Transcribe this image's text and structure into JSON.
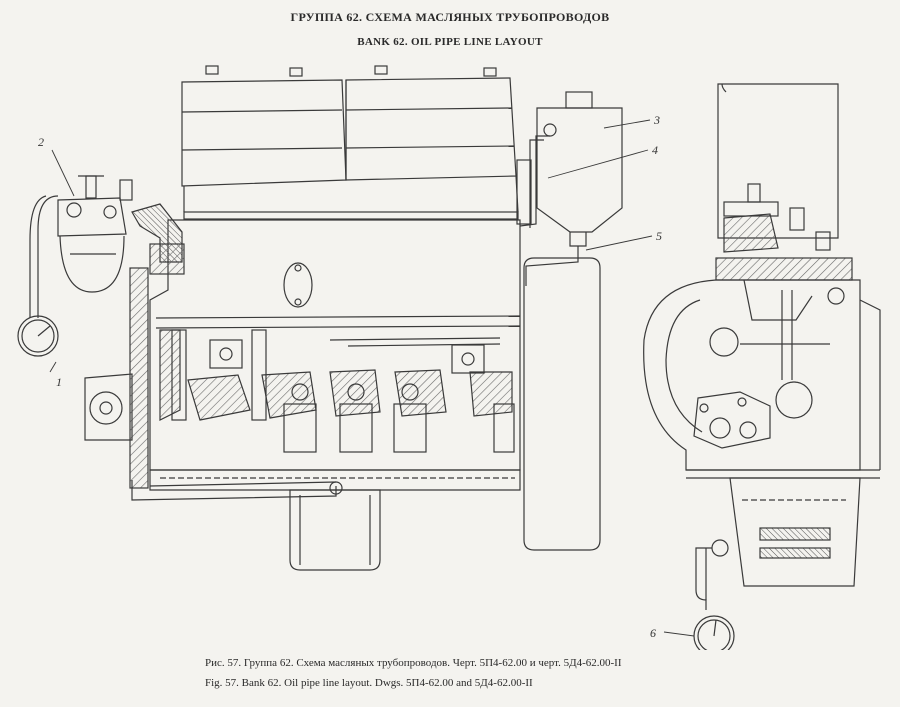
{
  "header": {
    "title_ru": "ГРУППА 62. СХЕМА МАСЛЯНЫХ ТРУБОПРОВОДОВ",
    "title_en": "BANK 62. OIL PIPE LINE LAYOUT"
  },
  "callouts": {
    "c1": "1",
    "c2": "2",
    "c3": "3",
    "c4": "4",
    "c5": "5",
    "c6": "6"
  },
  "caption": {
    "ru": "Рис. 57. Группа 62. Схема масляных трубопроводов. Черт. 5П4-62.00 и черт. 5Д4-62.00-II",
    "en": "Fig. 57. Bank 62. Oil pipe line layout. Dwgs. 5П4-62.00 and 5Д4-62.00-II"
  },
  "colors": {
    "ink": "#3a3a3a",
    "hatch": "#6a6a6a",
    "paper": "#f4f3ef"
  }
}
